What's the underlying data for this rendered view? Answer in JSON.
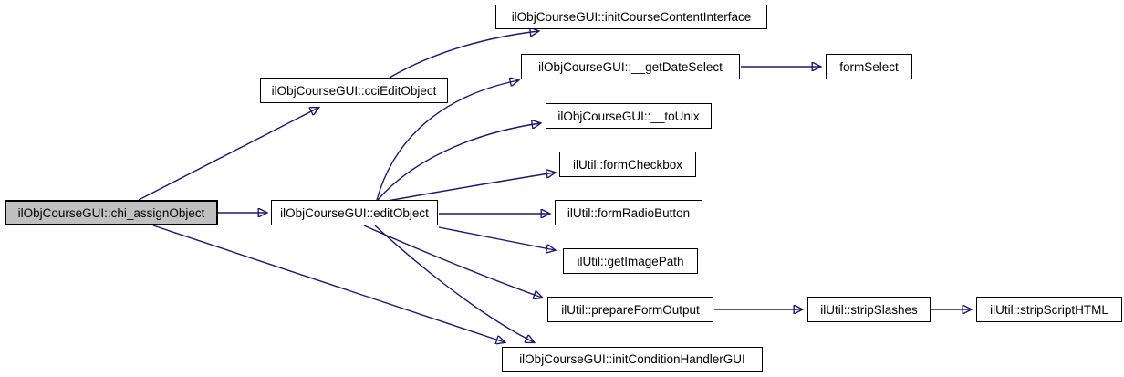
{
  "diagram": {
    "type": "call-graph",
    "direction": "left-to-right",
    "colors": {
      "background": "#ffffff",
      "edge": "#191970",
      "node_fill": "#ffffff",
      "node_border": "#000000",
      "highlighted_node_fill": "#c0c0c0"
    },
    "nodes": [
      {
        "id": "chi_assignObject",
        "label": "ilObjCourseGUI::chi_assignObject",
        "highlighted": true
      },
      {
        "id": "cciEditObject",
        "label": "ilObjCourseGUI::cciEditObject",
        "highlighted": false
      },
      {
        "id": "editObject",
        "label": "ilObjCourseGUI::editObject",
        "highlighted": false
      },
      {
        "id": "initCourseContentInterface",
        "label": "ilObjCourseGUI::initCourseContentInterface",
        "highlighted": false
      },
      {
        "id": "getDateSelect",
        "label": "ilObjCourseGUI::__getDateSelect",
        "highlighted": false
      },
      {
        "id": "formSelect",
        "label": "formSelect",
        "highlighted": false
      },
      {
        "id": "toUnix",
        "label": "ilObjCourseGUI::__toUnix",
        "highlighted": false
      },
      {
        "id": "formCheckbox",
        "label": "ilUtil::formCheckbox",
        "highlighted": false
      },
      {
        "id": "formRadioButton",
        "label": "ilUtil::formRadioButton",
        "highlighted": false
      },
      {
        "id": "getImagePath",
        "label": "ilUtil::getImagePath",
        "highlighted": false
      },
      {
        "id": "prepareFormOutput",
        "label": "ilUtil::prepareFormOutput",
        "highlighted": false
      },
      {
        "id": "stripSlashes",
        "label": "ilUtil::stripSlashes",
        "highlighted": false
      },
      {
        "id": "stripScriptHTML",
        "label": "ilUtil::stripScriptHTML",
        "highlighted": false
      },
      {
        "id": "initConditionHandlerGUI",
        "label": "ilObjCourseGUI::initConditionHandlerGUI",
        "highlighted": false
      }
    ],
    "edges": [
      {
        "from": "chi_assignObject",
        "to": "cciEditObject"
      },
      {
        "from": "chi_assignObject",
        "to": "editObject"
      },
      {
        "from": "chi_assignObject",
        "to": "initConditionHandlerGUI"
      },
      {
        "from": "cciEditObject",
        "to": "initCourseContentInterface"
      },
      {
        "from": "editObject",
        "to": "getDateSelect"
      },
      {
        "from": "editObject",
        "to": "toUnix"
      },
      {
        "from": "editObject",
        "to": "formCheckbox"
      },
      {
        "from": "editObject",
        "to": "formRadioButton"
      },
      {
        "from": "editObject",
        "to": "getImagePath"
      },
      {
        "from": "editObject",
        "to": "prepareFormOutput"
      },
      {
        "from": "editObject",
        "to": "initConditionHandlerGUI"
      },
      {
        "from": "getDateSelect",
        "to": "formSelect"
      },
      {
        "from": "prepareFormOutput",
        "to": "stripSlashes"
      },
      {
        "from": "stripSlashes",
        "to": "stripScriptHTML"
      }
    ]
  }
}
